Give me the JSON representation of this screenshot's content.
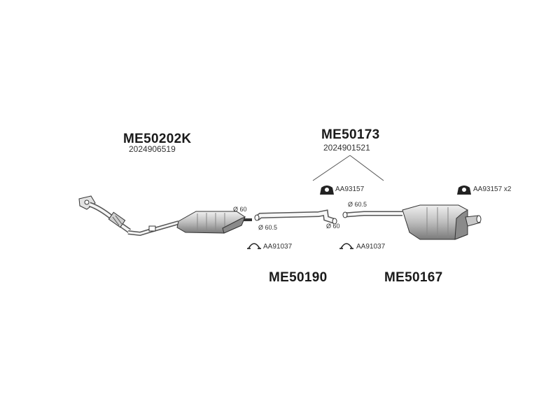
{
  "parts": {
    "front": {
      "number": "ME50202K",
      "oem": "2024906519"
    },
    "center": {
      "number": "ME50173",
      "oem": "2024901521"
    },
    "mid_pipe": {
      "number": "ME50190"
    },
    "rear": {
      "number": "ME50167"
    }
  },
  "accessories": {
    "mount_center": "AA93157",
    "mount_rear": "AA93157 x2",
    "clamp_left": "AA91037",
    "clamp_right": "AA91037"
  },
  "diameters": {
    "d1": "Ø 60",
    "d2": "Ø 60.5",
    "d3": "Ø 60",
    "d4": "Ø 60.5"
  },
  "colors": {
    "ink": "#1a1a1a",
    "part_fill": "#d8d8d8",
    "part_shade": "#9a9a9a"
  },
  "icons": [
    "rubber-mount-icon",
    "pipe-clamp-icon"
  ]
}
